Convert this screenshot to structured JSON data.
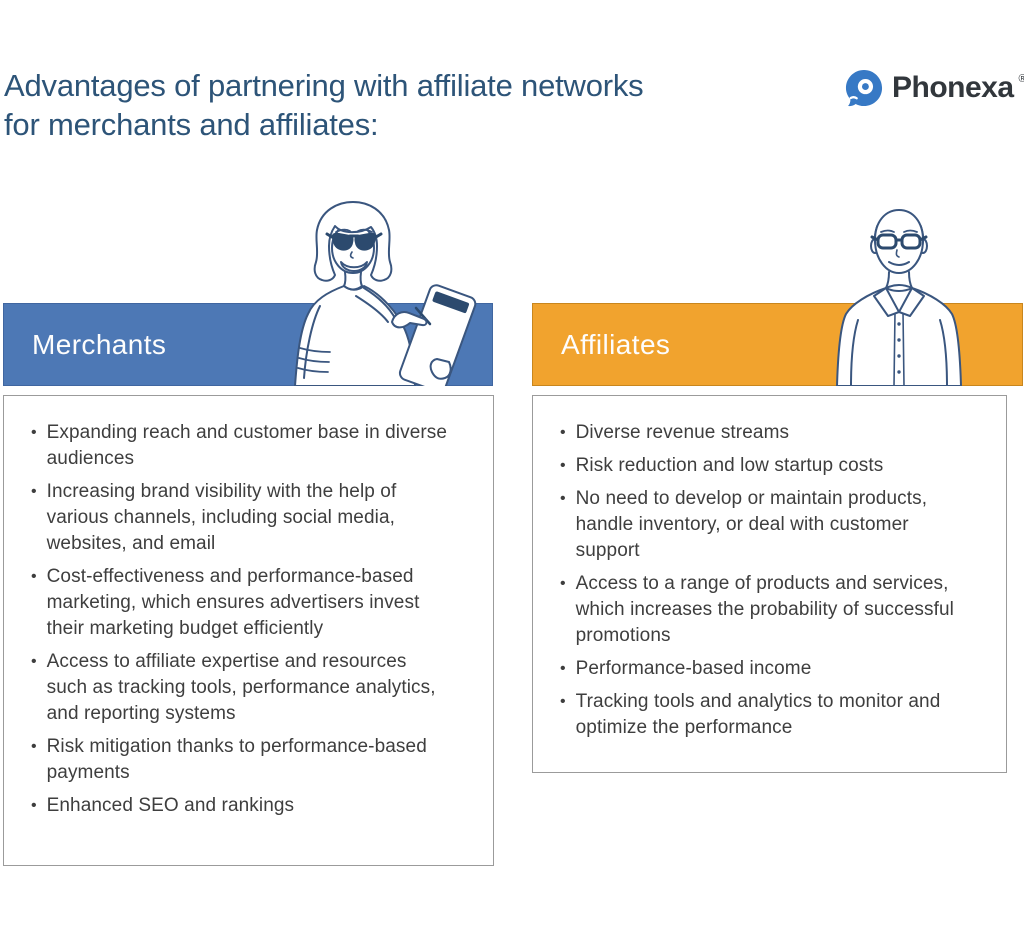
{
  "header": {
    "title": "Advantages of partnering with affiliate networks\nfor merchants and affiliates:",
    "logo": {
      "brand": "Phonexa",
      "registered": "®",
      "icon_name": "phonexa-pin-icon",
      "icon_color": "#3779c5",
      "text_color": "#32373c"
    }
  },
  "bullet_glyph": "•",
  "colors": {
    "title_text": "#2d5478",
    "merchants_header": "#4d78b5",
    "affiliates_header": "#f1a32e",
    "body_text": "#3e3e3e",
    "box_border": "#9b9b9b",
    "illustration_stroke": "#3a567f"
  },
  "columns": [
    {
      "id": "merchants",
      "label": "Merchants",
      "header_color": "#4d78b5",
      "items": [
        "Expanding reach and customer base in diverse audiences",
        "Increasing brand visibility with the help of various channels, including social media, websites, and email",
        "Cost-effectiveness and performance-based marketing, which ensures advertisers invest their marketing budget efficiently",
        "Access to affiliate expertise and resources such as tracking tools, performance analytics, and reporting systems",
        "Risk mitigation thanks to performance-based payments",
        "Enhanced SEO and rankings"
      ]
    },
    {
      "id": "affiliates",
      "label": "Affiliates",
      "header_color": "#f1a32e",
      "items": [
        "Diverse revenue streams",
        "Risk reduction and low startup costs",
        "No need to develop or maintain products, handle inventory, or deal with customer support",
        "Access to a range of products and services, which increases the probability of successful promotions",
        "Performance-based income",
        "Tracking tools and analytics to monitor and optimize the performance"
      ]
    }
  ],
  "illustrations": {
    "left": "woman-with-tablet-illustration",
    "right": "man-with-glasses-illustration"
  }
}
